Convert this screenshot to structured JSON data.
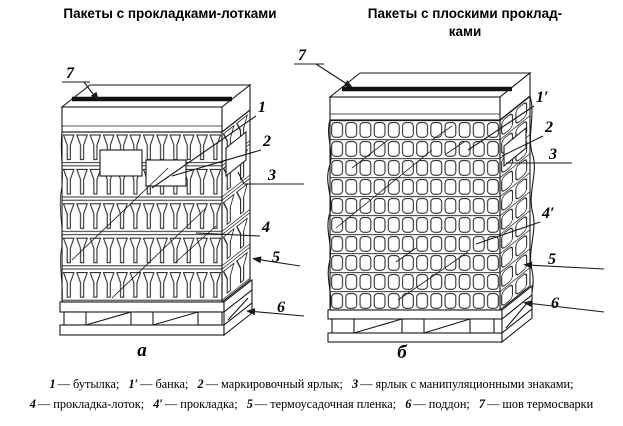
{
  "page": {
    "background": "#ffffff",
    "ink": "#1a1a1a"
  },
  "titles": {
    "left": "Пакеты с прокладками-лотками",
    "right_line1": "Пакеты с плоскими проклад-",
    "right_line2": "ками"
  },
  "figures": {
    "left_label": "а",
    "right_label": "б"
  },
  "callouts": {
    "left": {
      "c7": "7",
      "c1": "1",
      "c2": "2",
      "c3": "3",
      "c4": "4",
      "c5": "5",
      "c6": "6"
    },
    "right": {
      "c7": "7",
      "c1": "1′",
      "c2": "2",
      "c3": "3",
      "c4": "4′",
      "c5": "5",
      "c6": "6"
    }
  },
  "caption": {
    "items": [
      {
        "num": "1",
        "text": "— бутылка;"
      },
      {
        "num": "1′",
        "text": "— банка;"
      },
      {
        "num": "2",
        "text": "— маркировочный ярлык;"
      },
      {
        "num": "3",
        "text": "— ярлык с манипуляционными знаками;"
      },
      {
        "num": "4",
        "text": "— прокладка-лоток;"
      },
      {
        "num": "4′",
        "text": "— прокладка;"
      },
      {
        "num": "5",
        "text": "— термоусадочная пленка;"
      },
      {
        "num": "6",
        "text": "— поддон;"
      },
      {
        "num": "7",
        "text": "— шов термосварки"
      }
    ]
  }
}
